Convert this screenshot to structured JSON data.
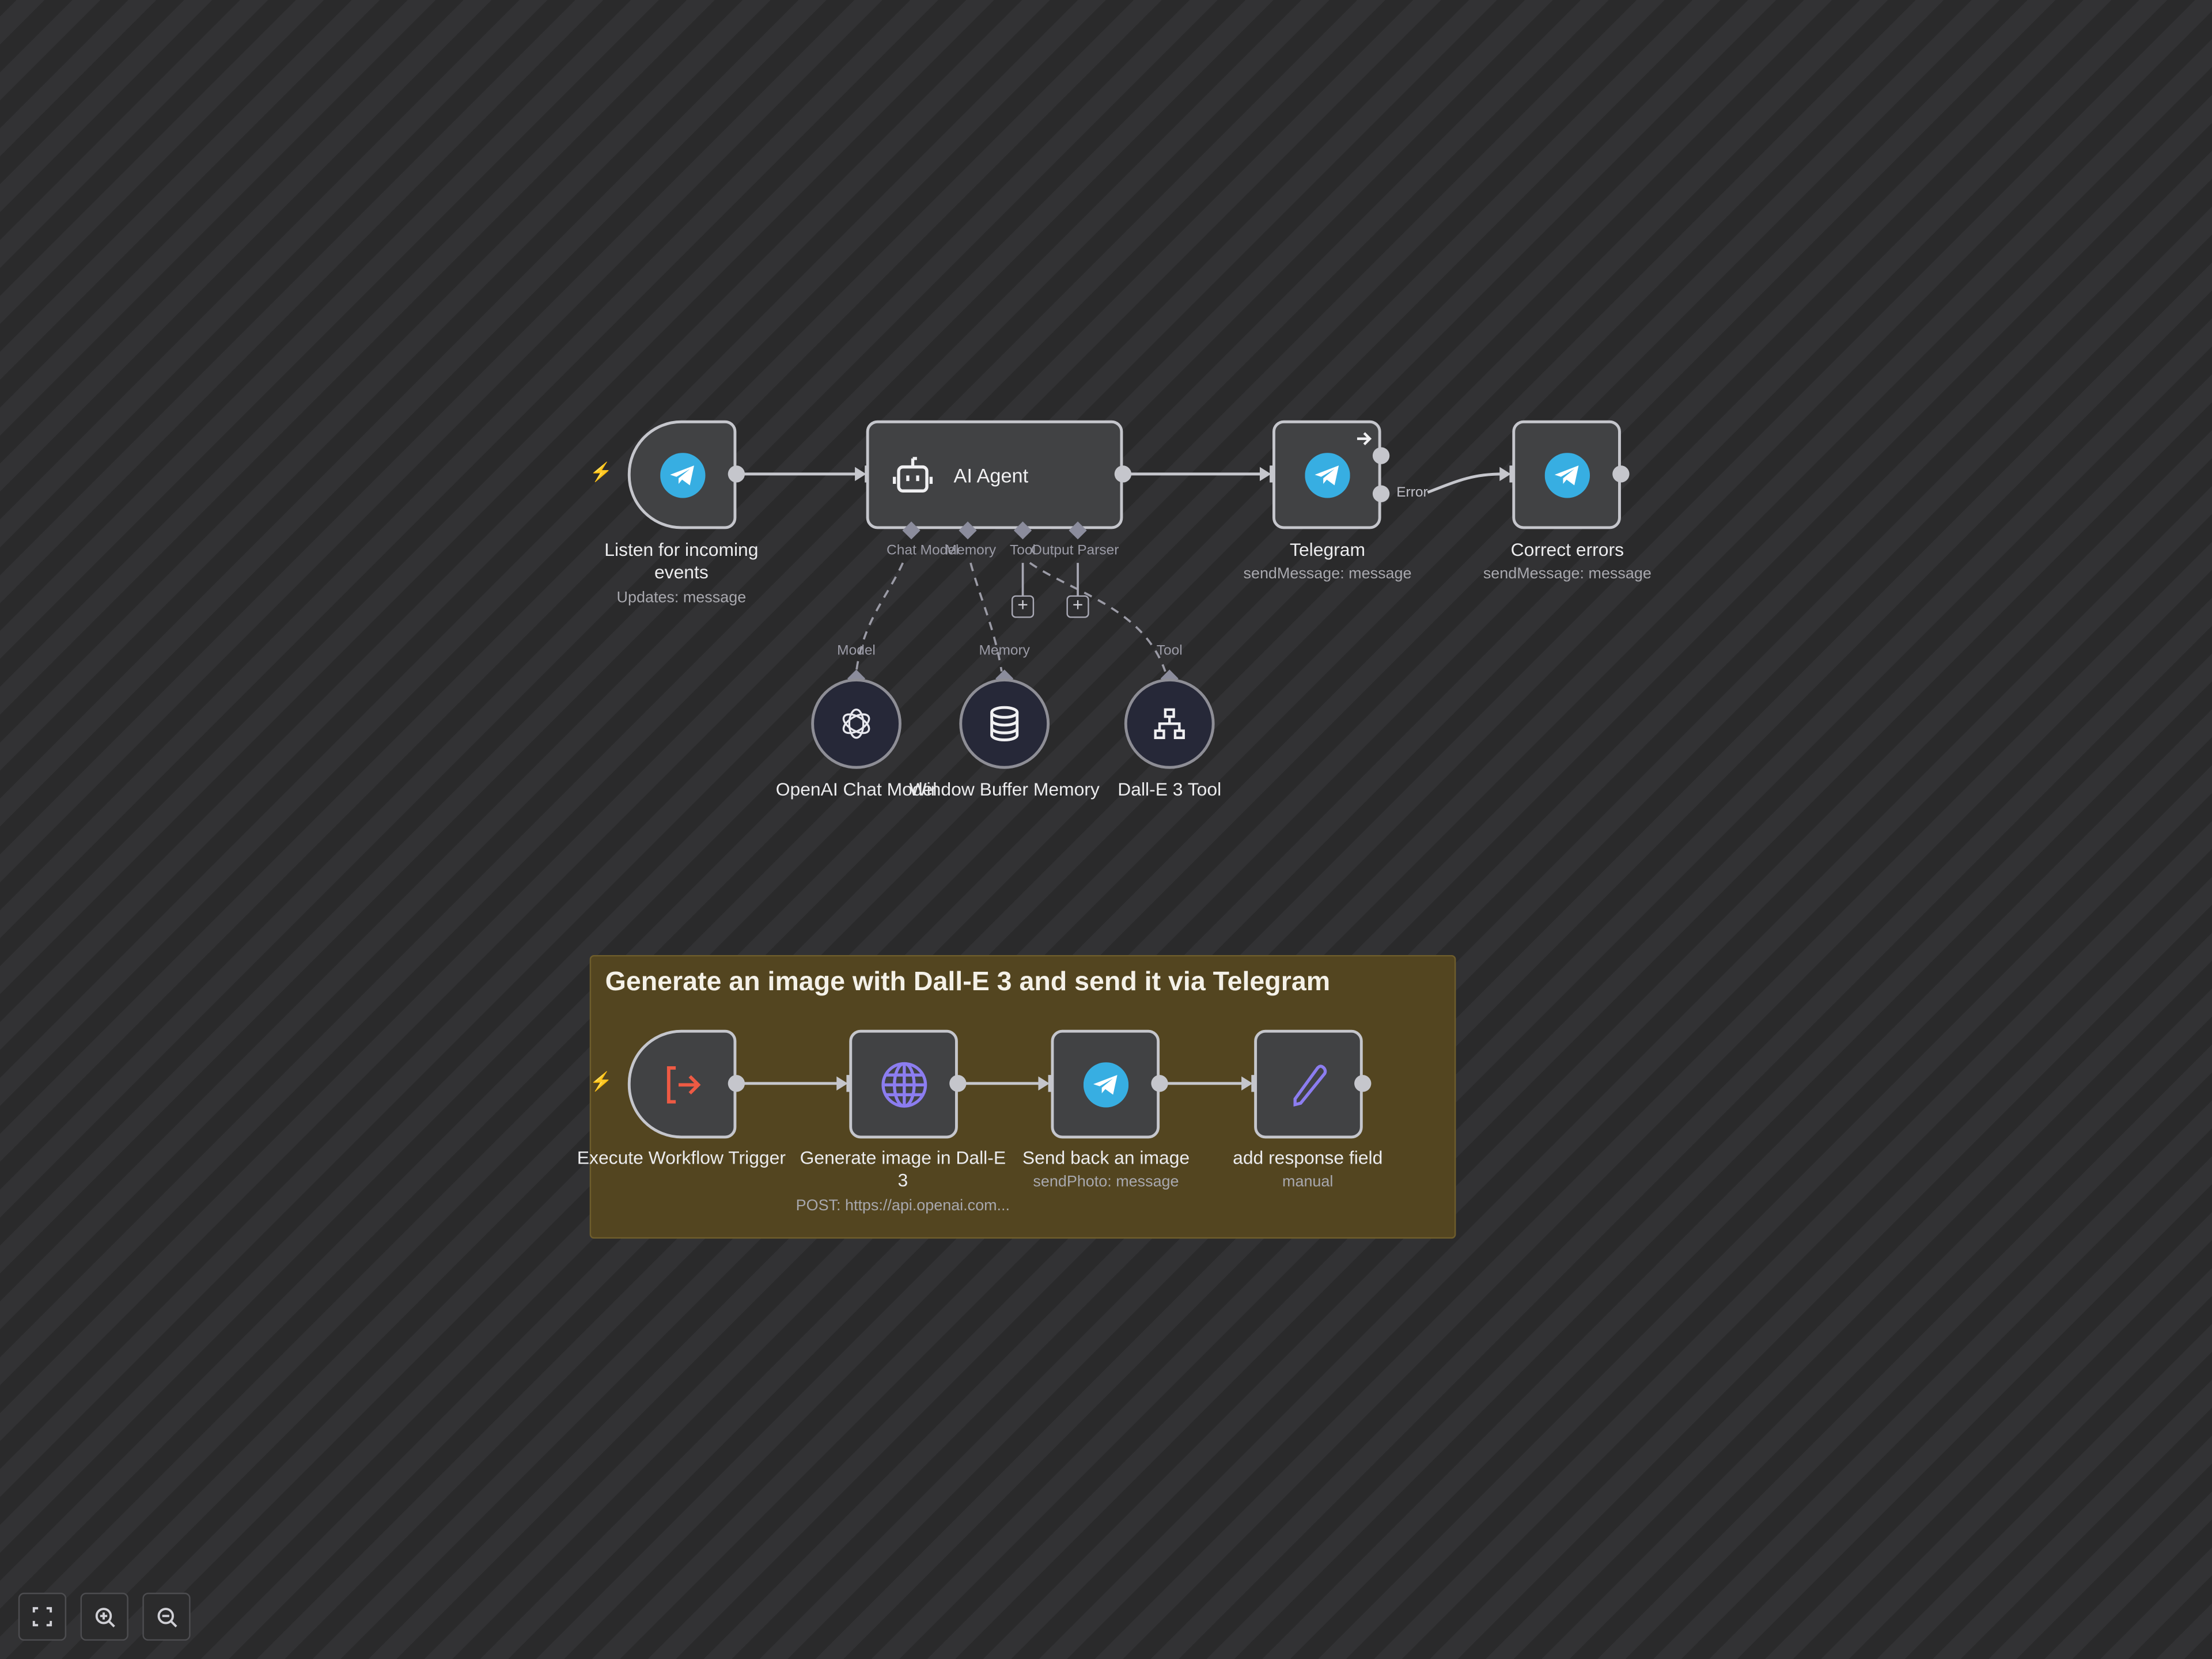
{
  "canvas": {
    "main_flow": {
      "trigger": {
        "title": "Listen for incoming events",
        "subtitle": "Updates: message",
        "icon": "telegram-icon"
      },
      "agent": {
        "title": "AI Agent",
        "icon": "robot-icon",
        "ports": [
          "Chat Model",
          "Memory",
          "Tool",
          "Output Parser"
        ]
      },
      "telegram": {
        "title": "Telegram",
        "subtitle": "sendMessage: message",
        "icon": "telegram-icon",
        "error_output_label": "Error"
      },
      "correct_errors": {
        "title": "Correct errors",
        "subtitle": "sendMessage: message",
        "icon": "telegram-icon"
      },
      "sub_nodes": [
        {
          "port_label": "Model",
          "title": "OpenAI Chat Model",
          "icon": "openai-icon"
        },
        {
          "port_label": "Memory",
          "title": "Window Buffer Memory",
          "icon": "database-icon"
        },
        {
          "port_label": "Tool",
          "title": "Dall-E 3 Tool",
          "icon": "sitemap-icon"
        }
      ]
    },
    "sticky_note": {
      "title": "Generate an image with Dall-E 3 and send it via Telegram",
      "nodes": [
        {
          "title": "Execute Workflow Trigger",
          "subtitle": "",
          "icon": "sign-out-icon"
        },
        {
          "title": "Generate image in Dall-E 3",
          "subtitle": "POST: https://api.openai.com...",
          "icon": "globe-icon"
        },
        {
          "title": "Send back an image",
          "subtitle": "sendPhoto: message",
          "icon": "telegram-icon"
        },
        {
          "title": "add response field",
          "subtitle": "manual",
          "icon": "pen-icon"
        }
      ]
    }
  },
  "controls": [
    "fit-view",
    "zoom-in",
    "zoom-out"
  ],
  "colors": {
    "telegram": "#37aee2",
    "trigger_bolt": "#e8523f",
    "http": "#8c7df0",
    "sticky": "#534520",
    "edge": "#c5c6cc"
  }
}
